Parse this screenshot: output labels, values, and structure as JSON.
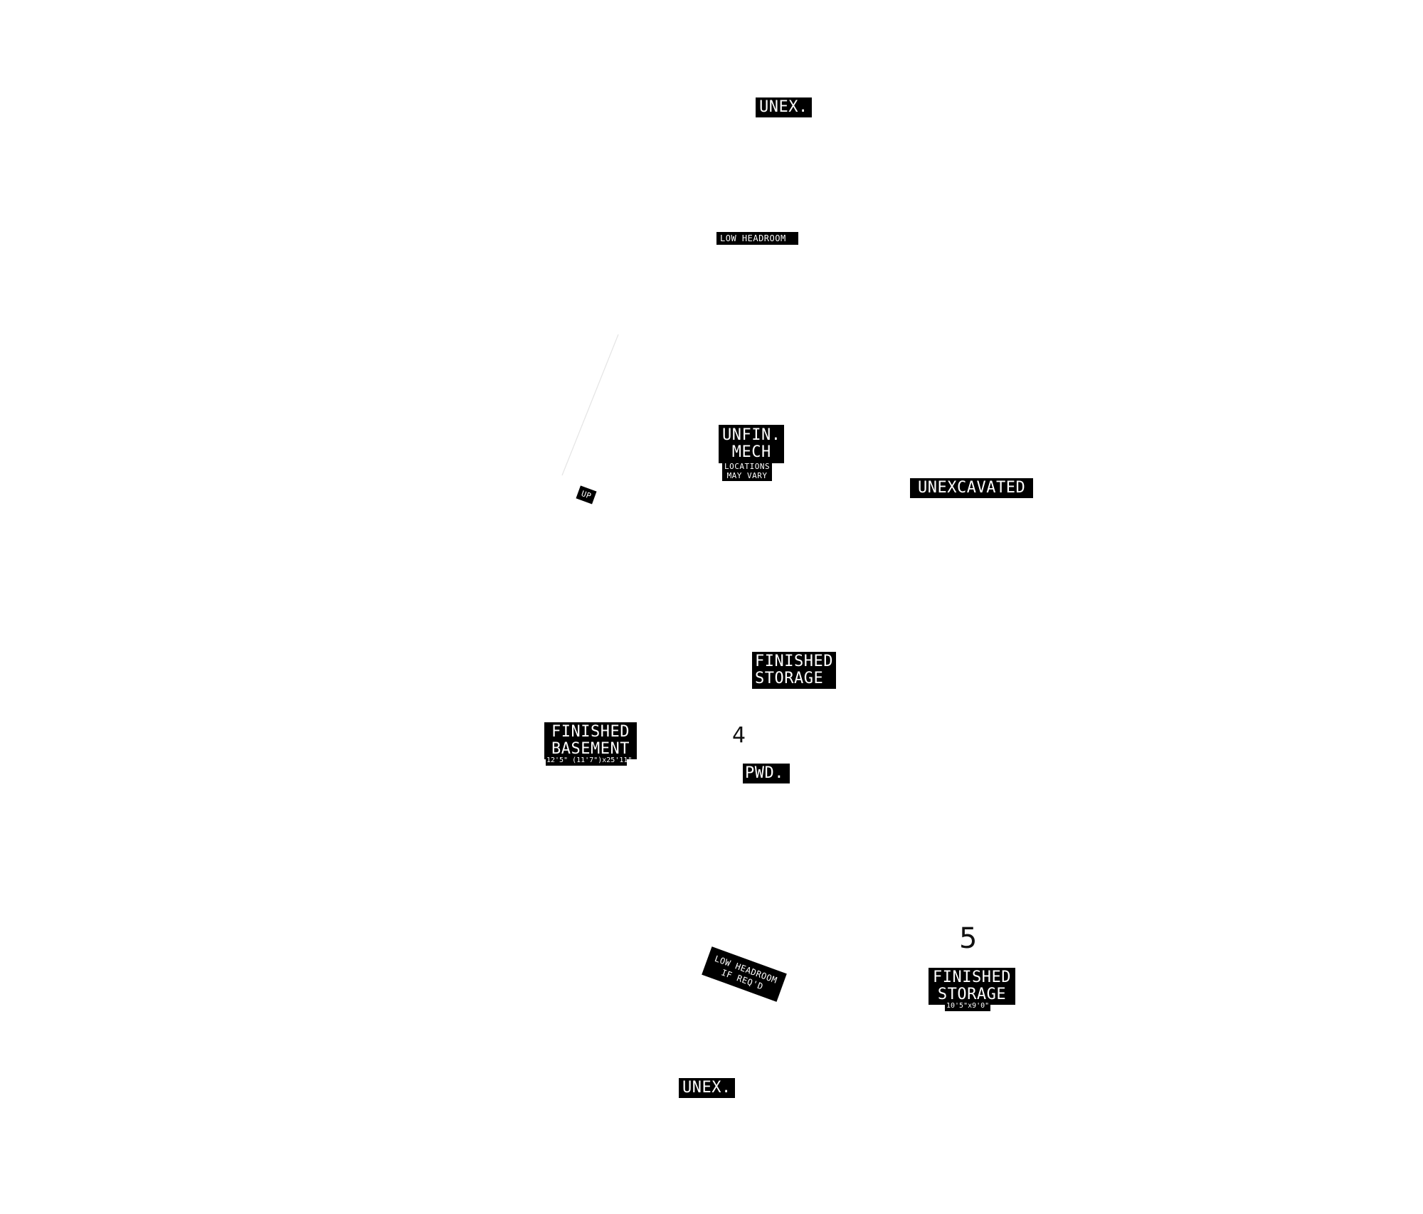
{
  "labels": {
    "unex_top": "UNEX.",
    "low_headroom": "LOW HEADROOM",
    "unfin_line1": "UNFIN.",
    "unfin_line2": "MECH",
    "locations_line1": "LOCATIONS",
    "locations_line2": "MAY VARY",
    "up": "UP",
    "unexcavated": "UNEXCAVATED",
    "fin_storage_4_line1": "FINISHED",
    "fin_storage_4_line2": "STORAGE",
    "fin_basement_line1": "FINISHED",
    "fin_basement_line2": "BASEMENT",
    "fin_basement_dims": "12'5\" (11'7\")x25'11\"",
    "pwd": "PWD.",
    "low_headroom_reqd_line1": "LOW HEADROOM",
    "low_headroom_reqd_line2": "IF REQ'D",
    "fin_storage_5_line1": "FINISHED",
    "fin_storage_5_line2": "STORAGE",
    "fin_storage_5_dims": "10'5\"x9'0\"",
    "unex_bottom": "UNEX."
  },
  "level_numbers": {
    "four": "4",
    "five": "5"
  },
  "colors": {
    "label_bg": "#000000",
    "label_text": "#ffffff",
    "background": "#ffffff"
  }
}
